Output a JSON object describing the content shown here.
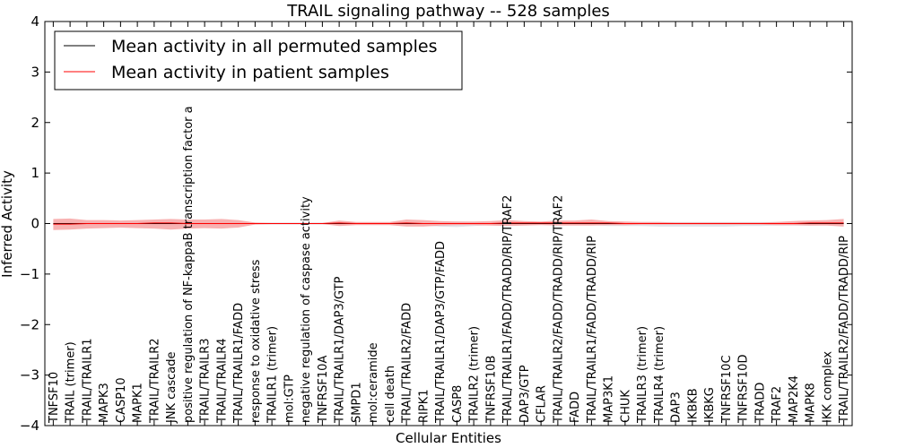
{
  "chart_data": {
    "type": "line",
    "title": "TRAIL signaling pathway -- 528 samples",
    "xlabel": "Cellular Entities",
    "ylabel": "Inferred Activity",
    "ylim": [
      -4,
      4
    ],
    "yticks": [
      -4,
      -3,
      -2,
      -1,
      0,
      1,
      2,
      3,
      4
    ],
    "ytick_labels": [
      "−4",
      "−3",
      "−2",
      "−1",
      "0",
      "1",
      "2",
      "3",
      "4"
    ],
    "grid": false,
    "legend_position": "top-left",
    "categories": [
      "TNFSF10",
      "TRAIL (trimer)",
      "TRAIL/TRAILR1",
      "MAPK3",
      "CASP10",
      "MAPK1",
      "TRAIL/TRAILR2",
      "JNK cascade",
      "positive regulation of NF-kappaB transcription factor a",
      "TRAIL/TRAILR3",
      "TRAIL/TRAILR4",
      "TRAIL/TRAILR1/FADD",
      "response to oxidative stress",
      "TRAILR1 (trimer)",
      "mol:GTP",
      "negative regulation of caspase activity",
      "TNFRSF10A",
      "TRAIL/TRAILR1/DAP3/GTP",
      "SMPD1",
      "mol:ceramide",
      "cell death",
      "TRAIL/TRAILR2/FADD",
      "RIPK1",
      "TRAIL/TRAILR1/DAP3/GTP/FADD",
      "CASP8",
      "TRAILR2 (trimer)",
      "TNFRSF10B",
      "TRAIL/TRAILR1/FADD/TRADD/RIP/TRAF2",
      "DAP3/GTP",
      "CFLAR",
      "TRAIL/TRAILR2/FADD/TRADD/RIP/TRAF2",
      "FADD",
      "TRAIL/TRAILR1/FADD/TRADD/RIP",
      "MAP3K1",
      "CHUK",
      "TRAILR3 (trimer)",
      "TRAILR4 (trimer)",
      "DAP3",
      "IKBKB",
      "IKBKG",
      "TNFRSF10C",
      "TNFRSF10D",
      "TRADD",
      "TRAF2",
      "MAP2K4",
      "MAPK8",
      "IKK complex",
      "TRAIL/TRAILR2/FADD/TRADD/RIP"
    ],
    "series": [
      {
        "name": "Mean activity in all permuted samples",
        "color": "#000000",
        "values": [
          0.0,
          0.0,
          0.0,
          0.0,
          0.0,
          0.0,
          0.0,
          0.0,
          0.0,
          0.0,
          0.0,
          0.0,
          0.0,
          0.0,
          0.0,
          0.0,
          0.0,
          0.0,
          0.0,
          0.0,
          0.0,
          0.0,
          0.0,
          0.0,
          0.0,
          0.0,
          0.0,
          0.0,
          0.0,
          0.0,
          0.0,
          0.0,
          0.0,
          0.0,
          0.0,
          0.0,
          0.0,
          0.0,
          0.0,
          0.0,
          0.0,
          0.0,
          0.0,
          0.0,
          0.0,
          0.0,
          0.0,
          0.0
        ],
        "band_upper": [
          0.03,
          0.03,
          0.03,
          0.03,
          0.03,
          0.03,
          0.03,
          0.03,
          0.03,
          0.03,
          0.03,
          0.03,
          0.02,
          0.02,
          0.02,
          0.02,
          0.02,
          0.02,
          0.02,
          0.02,
          0.02,
          0.02,
          0.02,
          0.03,
          0.04,
          0.03,
          0.02,
          0.02,
          0.02,
          0.02,
          0.02,
          0.02,
          0.02,
          0.02,
          0.02,
          0.03,
          0.03,
          0.03,
          0.03,
          0.03,
          0.03,
          0.03,
          0.03,
          0.03,
          0.03,
          0.03,
          0.03,
          0.03
        ],
        "band_lower": [
          -0.03,
          -0.03,
          -0.03,
          -0.03,
          -0.03,
          -0.03,
          -0.03,
          -0.03,
          -0.03,
          -0.03,
          -0.03,
          -0.03,
          -0.02,
          -0.02,
          -0.02,
          -0.02,
          -0.02,
          -0.02,
          -0.02,
          -0.02,
          -0.02,
          -0.02,
          -0.04,
          -0.06,
          -0.07,
          -0.05,
          -0.03,
          -0.02,
          -0.02,
          -0.02,
          -0.02,
          -0.02,
          -0.03,
          -0.05,
          -0.05,
          -0.05,
          -0.06,
          -0.06,
          -0.06,
          -0.06,
          -0.06,
          -0.05,
          -0.05,
          -0.04,
          -0.04,
          -0.04,
          -0.03,
          -0.03
        ]
      },
      {
        "name": "Mean activity in patient samples",
        "color": "#ff0000",
        "band_color": "#f7a5a5",
        "values": [
          -0.01,
          -0.01,
          0.0,
          0.0,
          0.0,
          0.0,
          0.01,
          0.01,
          0.0,
          0.0,
          0.0,
          0.0,
          0.0,
          0.0,
          0.0,
          0.0,
          0.0,
          0.01,
          0.0,
          0.0,
          0.0,
          0.01,
          0.0,
          0.0,
          0.0,
          0.0,
          0.0,
          0.01,
          0.01,
          0.01,
          0.01,
          0.01,
          0.01,
          0.01,
          0.0,
          0.0,
          0.0,
          0.0,
          0.0,
          0.0,
          0.0,
          0.0,
          0.0,
          0.0,
          0.0,
          0.01,
          0.01,
          0.01
        ],
        "band_upper": [
          0.09,
          0.1,
          0.07,
          0.07,
          0.06,
          0.07,
          0.08,
          0.09,
          0.08,
          0.08,
          0.09,
          0.07,
          0.02,
          0.01,
          0.01,
          0.01,
          0.01,
          0.06,
          0.03,
          0.03,
          0.03,
          0.08,
          0.07,
          0.05,
          0.04,
          0.04,
          0.05,
          0.07,
          0.05,
          0.04,
          0.06,
          0.06,
          0.08,
          0.05,
          0.04,
          0.03,
          0.03,
          0.02,
          0.02,
          0.02,
          0.02,
          0.02,
          0.02,
          0.03,
          0.05,
          0.06,
          0.07,
          0.09
        ],
        "band_lower": [
          -0.13,
          -0.12,
          -0.1,
          -0.09,
          -0.08,
          -0.09,
          -0.1,
          -0.12,
          -0.1,
          -0.09,
          -0.1,
          -0.08,
          -0.02,
          -0.01,
          -0.01,
          -0.01,
          -0.01,
          -0.05,
          -0.03,
          -0.03,
          -0.03,
          -0.06,
          -0.06,
          -0.04,
          -0.03,
          -0.03,
          -0.04,
          -0.05,
          -0.04,
          -0.03,
          -0.04,
          -0.04,
          -0.04,
          -0.03,
          -0.03,
          -0.02,
          -0.02,
          -0.02,
          -0.02,
          -0.02,
          -0.02,
          -0.02,
          -0.02,
          -0.03,
          -0.03,
          -0.04,
          -0.04,
          -0.06
        ]
      }
    ]
  }
}
